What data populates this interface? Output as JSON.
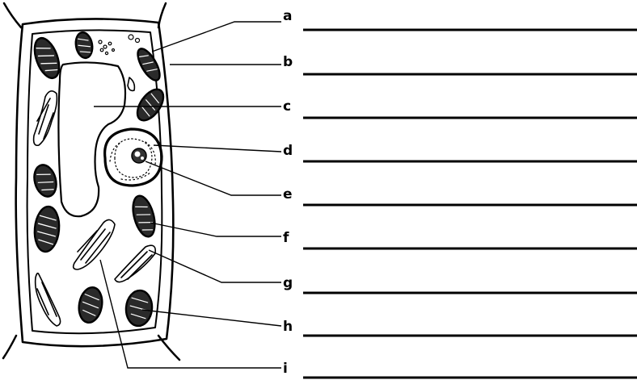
{
  "diagram": {
    "labels": [
      {
        "letter": "a",
        "answer": ""
      },
      {
        "letter": "b",
        "answer": ""
      },
      {
        "letter": "c",
        "answer": ""
      },
      {
        "letter": "d",
        "answer": ""
      },
      {
        "letter": "e",
        "answer": ""
      },
      {
        "letter": "f",
        "answer": ""
      },
      {
        "letter": "g",
        "answer": ""
      },
      {
        "letter": "h",
        "answer": ""
      },
      {
        "letter": "i",
        "answer": ""
      }
    ]
  }
}
